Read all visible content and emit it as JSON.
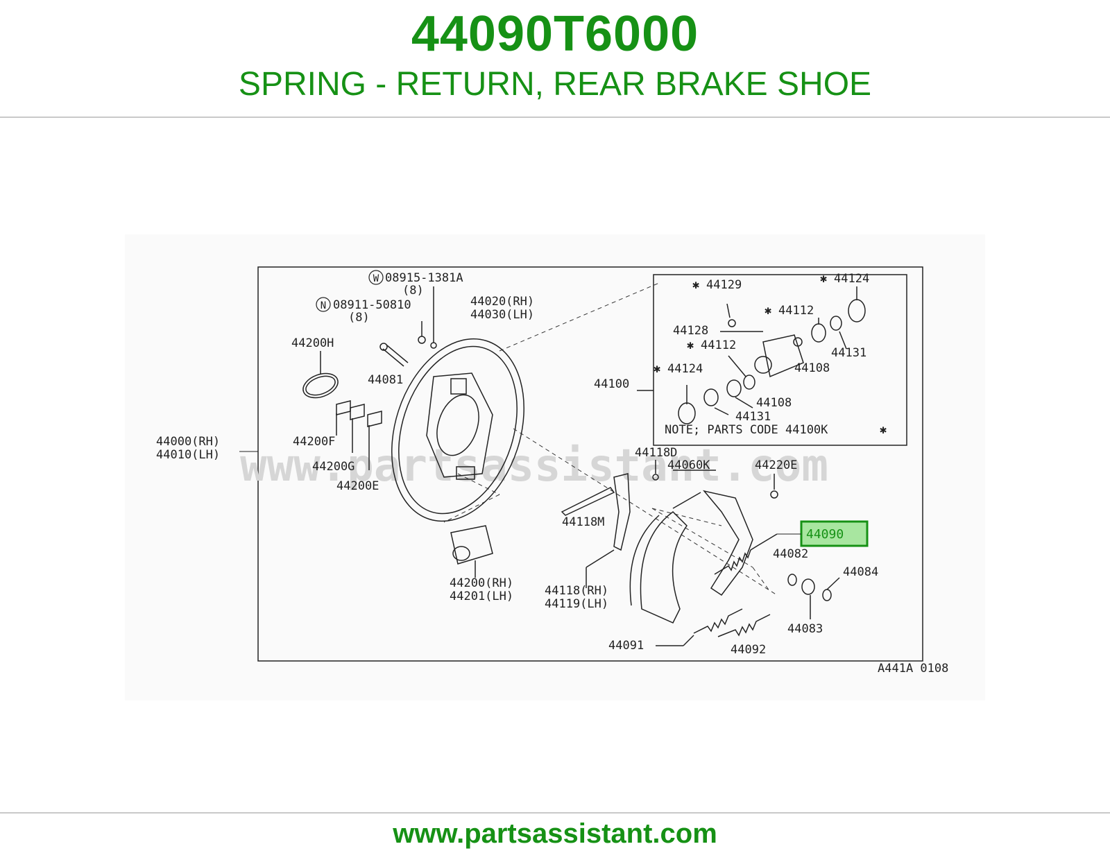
{
  "header": {
    "part_number": "44090T6000",
    "description": "SPRING - RETURN, REAR BRAKE SHOE"
  },
  "footer": {
    "url": "www.partsassistant.com"
  },
  "diagram": {
    "watermark": "www.partsassistant.com",
    "figure_code": "A441A 0108",
    "highlight_color": "#169115",
    "callouts": [
      {
        "id": "w08915",
        "text": "08915-1381A",
        "sub": "(8)",
        "symbol": "W"
      },
      {
        "id": "n08911",
        "text": "08911-50810",
        "sub": "(8)",
        "symbol": "N"
      },
      {
        "id": "p44020",
        "text": "44020(RH)"
      },
      {
        "id": "p44030",
        "text": "44030(LH)"
      },
      {
        "id": "p44200h",
        "text": "44200H"
      },
      {
        "id": "p44081",
        "text": "44081"
      },
      {
        "id": "p44000",
        "text": "44000(RH)"
      },
      {
        "id": "p44010",
        "text": "44010(LH)"
      },
      {
        "id": "p44200f",
        "text": "44200F"
      },
      {
        "id": "p44200g",
        "text": "44200G"
      },
      {
        "id": "p44200e",
        "text": "44200E"
      },
      {
        "id": "p44200",
        "text": "44200(RH)"
      },
      {
        "id": "p44201",
        "text": "44201(LH)"
      },
      {
        "id": "p44118m",
        "text": "44118M"
      },
      {
        "id": "p44118d",
        "text": "44118D"
      },
      {
        "id": "p44060k",
        "text": "44060K"
      },
      {
        "id": "p44220e",
        "text": "44220E"
      },
      {
        "id": "p44090",
        "text": "44090",
        "highlighted": true
      },
      {
        "id": "p44082",
        "text": "44082"
      },
      {
        "id": "p44084",
        "text": "44084"
      },
      {
        "id": "p44083",
        "text": "44083"
      },
      {
        "id": "p44118",
        "text": "44118(RH)"
      },
      {
        "id": "p44119",
        "text": "44119(LH)"
      },
      {
        "id": "p44091",
        "text": "44091"
      },
      {
        "id": "p44092",
        "text": "44092"
      },
      {
        "id": "p44100",
        "text": "44100"
      },
      {
        "id": "p44129",
        "text": "44129",
        "symbol": "asterisk"
      },
      {
        "id": "p44124a",
        "text": "44124",
        "symbol": "asterisk"
      },
      {
        "id": "p44112a",
        "text": "44112",
        "symbol": "asterisk"
      },
      {
        "id": "p44128",
        "text": "44128"
      },
      {
        "id": "p44112b",
        "text": "44112",
        "symbol": "asterisk"
      },
      {
        "id": "p44131a",
        "text": "44131"
      },
      {
        "id": "p44108a",
        "text": "44108"
      },
      {
        "id": "p44124b",
        "text": "44124",
        "symbol": "asterisk"
      },
      {
        "id": "p44108b",
        "text": "44108"
      },
      {
        "id": "p44131b",
        "text": "44131"
      }
    ],
    "note": "NOTE; PARTS CODE 44100K"
  }
}
